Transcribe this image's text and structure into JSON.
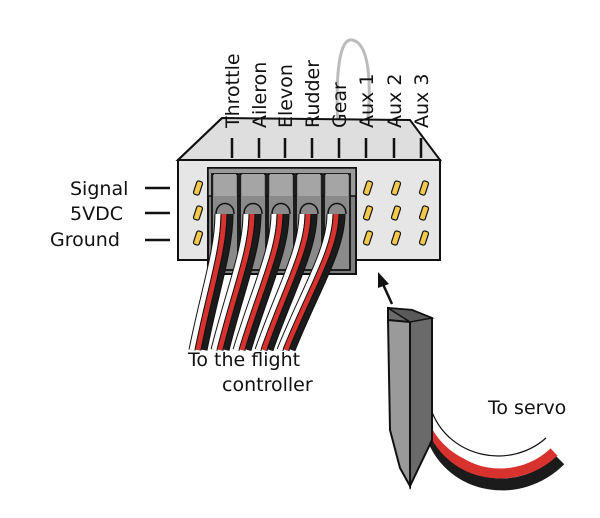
{
  "channels": [
    "Throttle",
    "Aileron",
    "Elevon",
    "Rudder",
    "Gear",
    "Aux 1",
    "Aux 2",
    "Aux 3"
  ],
  "pin_rows": [
    "Signal",
    "5VDC",
    "Ground"
  ],
  "flight_controller_label": [
    "To the flight",
    "controller"
  ],
  "servo_label": "To servo",
  "colors": {
    "receiver_body": "#e6e6e6",
    "receiver_top": "#d4d4d4",
    "connector": "#8a8a8a",
    "pin": "#f2c94c",
    "wire_signal": "#ffffff",
    "wire_power": "#d8322f",
    "wire_ground": "#1b1b1b",
    "outline": "#111111"
  }
}
